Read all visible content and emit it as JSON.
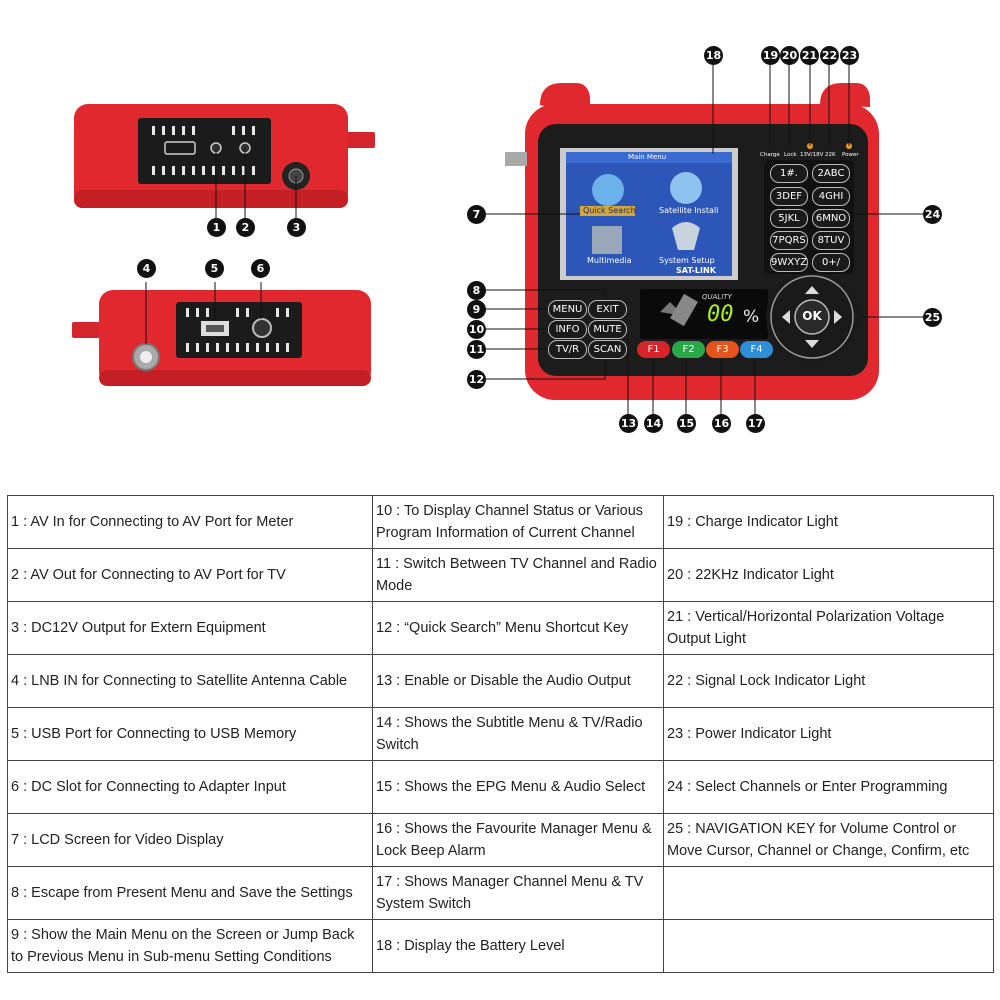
{
  "device": {
    "screen": {
      "title": "Main Menu",
      "items": [
        "Quick Search",
        "Satellite Install",
        "Multimedia",
        "System Setup"
      ],
      "brand": "SAT-LINK"
    },
    "keys": {
      "menu": "MENU",
      "exit": "EXIT",
      "info": "INFO",
      "mute": "MUTE",
      "tvr": "TV/R",
      "scan": "SCAN",
      "ok": "OK",
      "f": [
        "F1",
        "F2",
        "F3",
        "F4"
      ],
      "numeric": [
        "1#.",
        "2ABC",
        "3DEF",
        "4GHI",
        "5JKL",
        "6MNO",
        "7PQRS",
        "8TUV",
        "9WXYZ",
        "0+/"
      ]
    },
    "indicators": [
      "Charge",
      "Lock",
      "13V/18V",
      "22K",
      "Power"
    ],
    "quality": {
      "label": "QUALITY",
      "value": "00",
      "unit": "%"
    }
  },
  "callouts": [
    "1",
    "2",
    "3",
    "4",
    "5",
    "6",
    "7",
    "8",
    "9",
    "10",
    "11",
    "12",
    "13",
    "14",
    "15",
    "16",
    "17",
    "18",
    "19",
    "20",
    "21",
    "22",
    "23",
    "24",
    "25"
  ],
  "table": {
    "rows": [
      [
        "1 : AV In for Connecting to AV Port for Meter",
        "10 : To Display Channel Status or Various Program Information of Current Channel",
        "19 : Charge Indicator Light"
      ],
      [
        "2 : AV Out for Connecting to AV Port for TV",
        "11 : Switch Between TV Channel and Radio Mode",
        "20 : 22KHz Indicator Light"
      ],
      [
        "3 : DC12V Output for Extern Equipment",
        "12 : “Quick Search” Menu Shortcut Key",
        "21 : Vertical/Horizontal Polarization Voltage Output Light"
      ],
      [
        "4 : LNB IN for Connecting to Satellite Antenna Cable",
        "13 : Enable or Disable the Audio Output",
        "22 : Signal Lock Indicator Light"
      ],
      [
        "5 : USB Port for Connecting to USB Memory",
        "14 : Shows the Subtitle Menu & TV/Radio Switch",
        "23 : Power Indicator Light"
      ],
      [
        "6 : DC Slot for Connecting to Adapter Input",
        "15 : Shows the EPG Menu & Audio Select",
        "24 : Select Channels or Enter Programming"
      ],
      [
        "7 : LCD Screen for Video Display",
        "16 : Shows the Favourite Manager Menu & Lock Beep Alarm",
        "25 : NAVIGATION KEY for Volume Control or Move Cursor, Channel or Change, Confirm, etc"
      ],
      [
        "8 : Escape from Present Menu and Save the Settings",
        "17 : Shows Manager Channel Menu & TV System Switch",
        ""
      ],
      [
        "9 : Show the Main Menu on the Screen or Jump Back to Previous Menu in Sub-menu Setting Conditions",
        "18 : Display the Battery Level",
        ""
      ]
    ]
  }
}
